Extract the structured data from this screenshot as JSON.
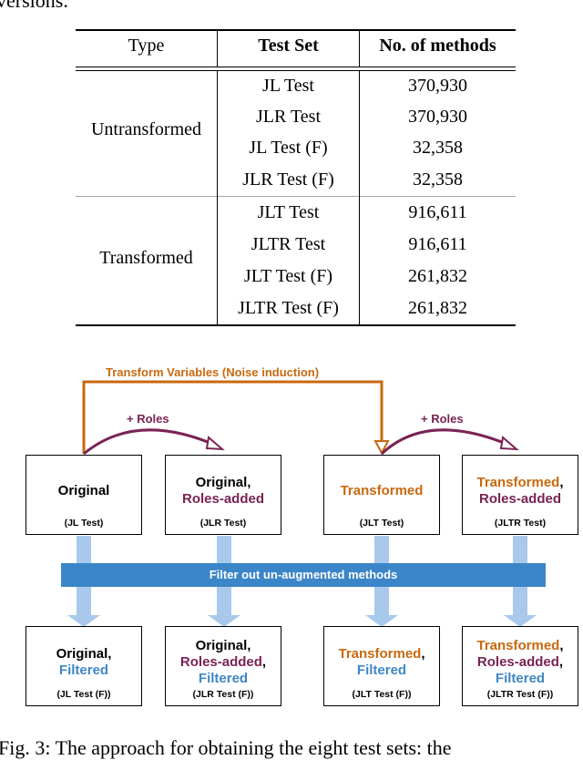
{
  "intro_text": "versions.",
  "table": {
    "headers": [
      "Type",
      "Test Set",
      "No. of methods"
    ],
    "groups": [
      {
        "type": "Untransformed",
        "rows": [
          {
            "test_set": "JL Test",
            "methods": "370,930"
          },
          {
            "test_set": "JLR Test",
            "methods": "370,930"
          },
          {
            "test_set": "JL Test (F)",
            "methods": "32,358"
          },
          {
            "test_set": "JLR Test (F)",
            "methods": "32,358"
          }
        ]
      },
      {
        "type": "Transformed",
        "rows": [
          {
            "test_set": "JLT Test",
            "methods": "916,611"
          },
          {
            "test_set": "JLTR Test",
            "methods": "916,611"
          },
          {
            "test_set": "JLT Test (F)",
            "methods": "261,832"
          },
          {
            "test_set": "JLTR Test (F)",
            "methods": "261,832"
          }
        ]
      }
    ]
  },
  "diagram": {
    "transform_label": "Transform Variables (Noise induction)",
    "roles_label_1": "+ Roles",
    "roles_label_2": "+ Roles",
    "filter_label": "Filter out un-augmented methods",
    "top_boxes": [
      {
        "lines": [
          {
            "text": "Original",
            "color": "black"
          }
        ],
        "sub": "(JL Test)"
      },
      {
        "lines": [
          {
            "text": "Original,",
            "color": "black"
          },
          {
            "text": "Roles-added",
            "color": "purple"
          }
        ],
        "sub": "(JLR Test)"
      },
      {
        "lines": [
          {
            "text": "Transformed",
            "color": "orange"
          }
        ],
        "sub": "(JLT Test)"
      },
      {
        "lines": [
          {
            "text": "Transformed",
            "color": "orange",
            "suffix": ","
          },
          {
            "text": "Roles-added",
            "color": "purple"
          }
        ],
        "sub": "(JLTR Test)"
      }
    ],
    "bottom_boxes": [
      {
        "lines": [
          {
            "text": "Original,",
            "color": "black"
          },
          {
            "text": "Filtered",
            "color": "blue"
          }
        ],
        "sub": "(JL Test (F))"
      },
      {
        "lines": [
          {
            "text": "Original,",
            "color": "black"
          },
          {
            "text": "Roles-added",
            "color": "purple",
            "suffix": ","
          },
          {
            "text": "Filtered",
            "color": "blue"
          }
        ],
        "sub": "(JLR Test (F))"
      },
      {
        "lines": [
          {
            "text": "Transformed",
            "color": "orange",
            "suffix": ","
          },
          {
            "text": "Filtered",
            "color": "blue"
          }
        ],
        "sub": "(JLT Test (F))"
      },
      {
        "lines": [
          {
            "text": "Transformed",
            "color": "orange",
            "suffix": ","
          },
          {
            "text": "Roles-added",
            "color": "purple",
            "suffix": ","
          },
          {
            "text": "Filtered",
            "color": "blue"
          }
        ],
        "sub": "(JLTR Test (F))"
      }
    ],
    "colors": {
      "black": "#000000",
      "orange": "#c8690f",
      "purple": "#7a2354",
      "blue": "#3f87c5",
      "filter_bar": "#3b86c8",
      "flow_arrow": "#a9c9ec"
    }
  },
  "caption": "Fig. 3: The approach for obtaining the eight test sets: the"
}
